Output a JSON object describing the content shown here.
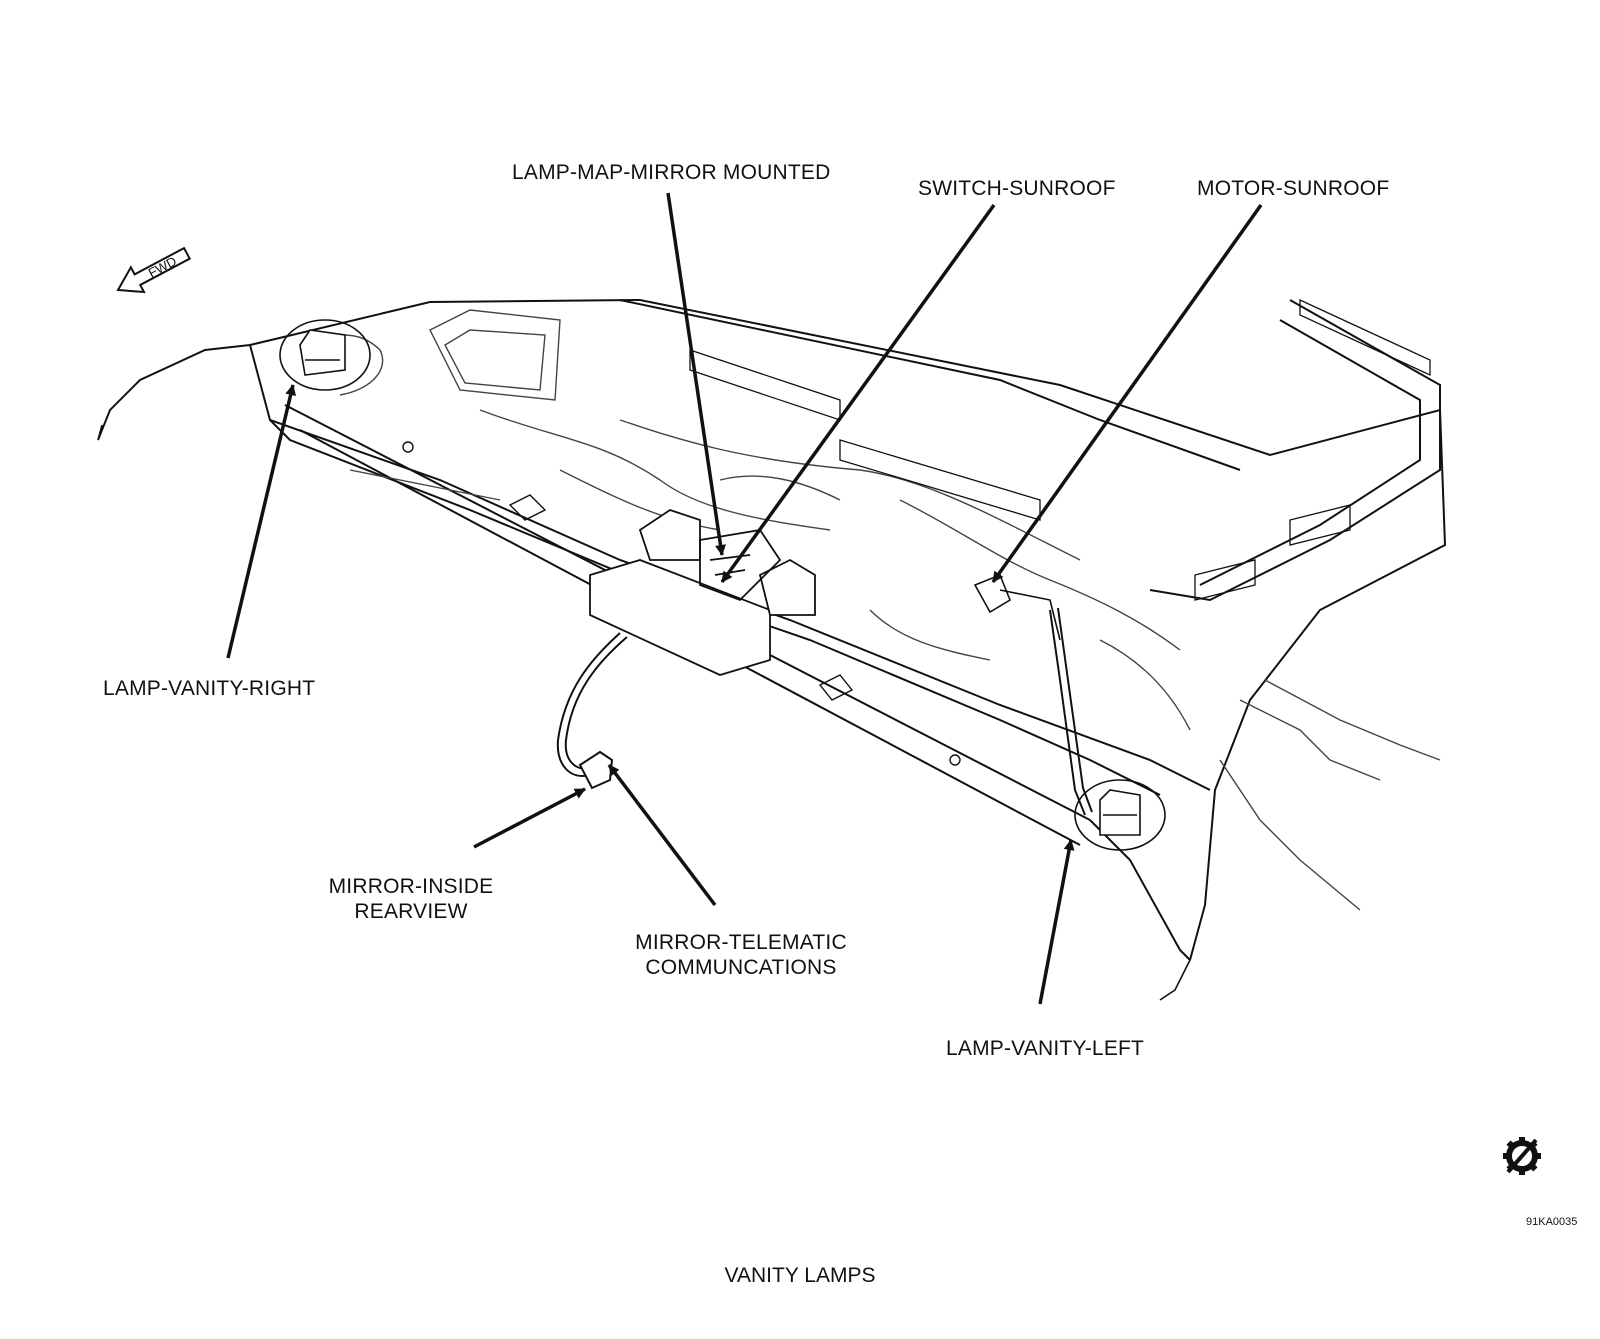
{
  "labels": {
    "lamp_map_mirror": "LAMP-MAP-MIRROR MOUNTED",
    "switch_sunroof": "SWITCH-SUNROOF",
    "motor_sunroof": "MOTOR-SUNROOF",
    "lamp_vanity_right": "LAMP-VANITY-RIGHT",
    "mirror_inside_line1": "MIRROR-INSIDE",
    "mirror_inside_line2": "REARVIEW",
    "mirror_telematic_line1": "MIRROR-TELEMATIC",
    "mirror_telematic_line2": "COMMUNCATIONS",
    "lamp_vanity_left": "LAMP-VANITY-LEFT"
  },
  "fwd_label": "FWD",
  "figure_id": "91KA0035",
  "caption": "VANITY LAMPS",
  "icons": {
    "brand": "gear-slash-icon",
    "direction": "fwd-arrow-icon"
  }
}
